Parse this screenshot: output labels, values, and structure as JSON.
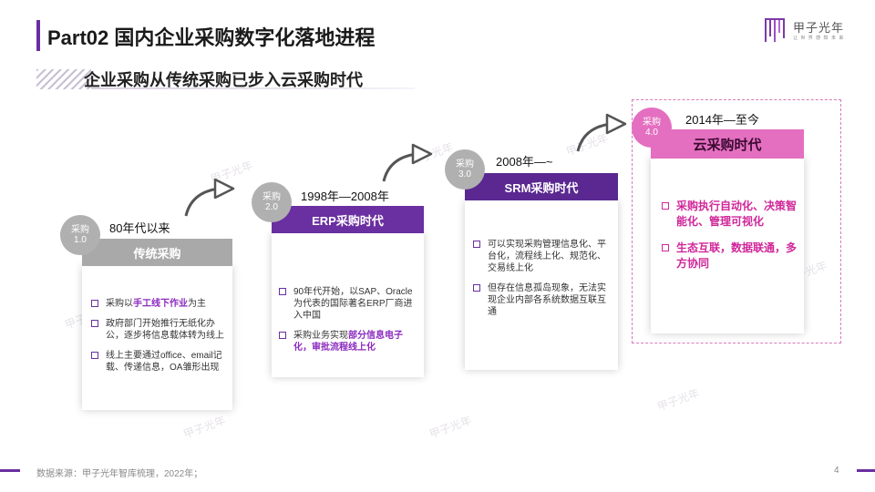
{
  "header": {
    "title": "Part02 国内企业采购数字化落地进程",
    "subtitle": "企业采购从传统采购已步入云采购时代"
  },
  "logo": {
    "name_cn": "甲子光年",
    "tagline": "让 世 界 感 知 未 来"
  },
  "watermark": "甲子光年",
  "stages": [
    {
      "badge_line1": "采购",
      "badge_line2": "1.0",
      "period": "80年代以来",
      "header": "传统采购",
      "bullets": [
        {
          "pre": "采购以",
          "hl": "手工线下作业",
          "post": "为主"
        },
        {
          "pre": "政府部门开始推行无纸化办公，逐步将信息载体转为线上",
          "hl": "",
          "post": ""
        },
        {
          "pre": "线上主要通过office、email记载、传递信息，OA雏形出现",
          "hl": "",
          "post": ""
        }
      ]
    },
    {
      "badge_line1": "采购",
      "badge_line2": "2.0",
      "period": "1998年—2008年",
      "header": "ERP采购时代",
      "bullets": [
        {
          "pre": "90年代开始，以SAP、Oracle为代表的国际著名ERP厂商进入中国",
          "hl": "",
          "post": ""
        },
        {
          "pre": "采购业务实现",
          "hl": "部分信息电子化，审批流程线上化",
          "post": ""
        }
      ]
    },
    {
      "badge_line1": "采购",
      "badge_line2": "3.0",
      "period": "2008年—~",
      "header": "SRM采购时代",
      "bullets": [
        {
          "pre": "可以实现采购管理信息化、平台化，流程线上化、规范化、交易线上化",
          "hl": "",
          "post": ""
        },
        {
          "pre": "但存在信息孤岛现象，无法实现企业内部各系统数据互联互通",
          "hl": "",
          "post": ""
        }
      ]
    },
    {
      "badge_line1": "采购",
      "badge_line2": "4.0",
      "period": "2014年—至今",
      "header": "云采购时代",
      "bullets": [
        {
          "pre": "采购执行自动化、决策智能化、管理可视化",
          "hl": "",
          "post": ""
        },
        {
          "pre": "生态互联，数据联通，多方协同",
          "hl": "",
          "post": ""
        }
      ]
    }
  ],
  "footer": {
    "source": "数据来源：甲子光年智库梳理，2022年；",
    "page": "4"
  },
  "colors": {
    "purple": "#6a2fa0",
    "stage1_header": "#a9a9a9",
    "stage2_header": "#6a2fa0",
    "stage3_header": "#5a2890",
    "stage4_header": "#e46fc0",
    "badge_grey": "#b0b0b0",
    "pink": "#d0279a"
  }
}
